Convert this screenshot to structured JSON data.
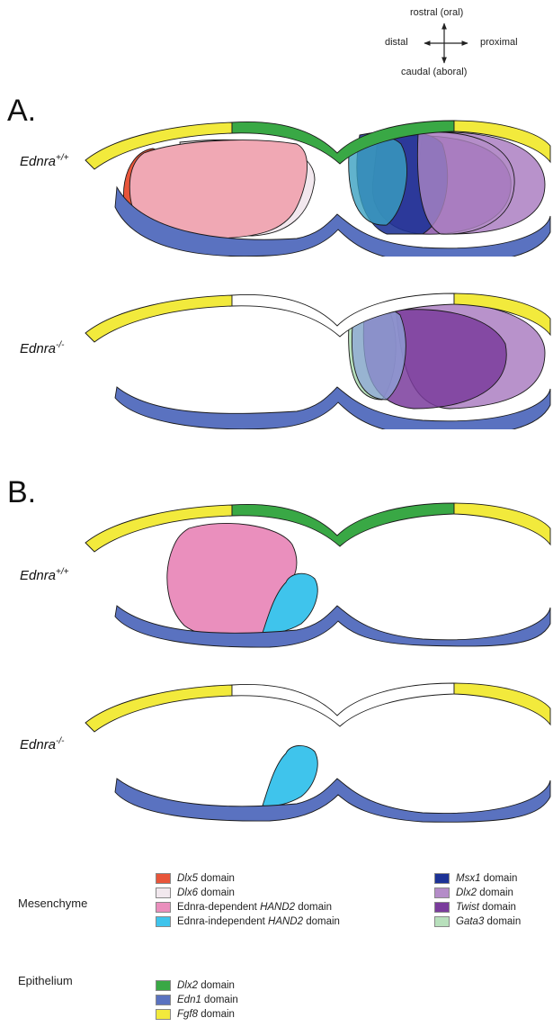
{
  "orientation": {
    "rostral": "rostral (oral)",
    "caudal": "caudal (aboral)",
    "distal": "distal",
    "proximal": "proximal"
  },
  "panels": [
    {
      "letter": "A.",
      "rows": [
        {
          "genotype_base": "Ednra",
          "genotype_sup": "+/+"
        },
        {
          "genotype_base": "Ednra",
          "genotype_sup": "-/-"
        }
      ]
    },
    {
      "letter": "B.",
      "rows": [
        {
          "genotype_base": "Ednra",
          "genotype_sup": "+/+"
        },
        {
          "genotype_base": "Ednra",
          "genotype_sup": "-/-"
        }
      ]
    }
  ],
  "legend": {
    "mesenchyme_label": "Mesenchyme",
    "epithelium_label": "Epithelium",
    "mesenchyme_left": [
      {
        "pre": "",
        "italic": "Dlx5",
        "post": " domain",
        "color": "#e8553a"
      },
      {
        "pre": "",
        "italic": "Dlx6",
        "post": " domain",
        "color": "#f2e8ee"
      },
      {
        "pre": "Ednra-dependent ",
        "italic": "HAND2",
        "post": " domain",
        "color": "#ea8fbd"
      },
      {
        "pre": "Ednra-independent ",
        "italic": "HAND2",
        "post": " domain",
        "color": "#3fc4ec"
      }
    ],
    "mesenchyme_right": [
      {
        "pre": "",
        "italic": "Msx1",
        "post": " domain",
        "color": "#1c3296"
      },
      {
        "pre": "",
        "italic": "Dlx2",
        "post": " domain",
        "color": "#b48cc8"
      },
      {
        "pre": "",
        "italic": "Twist",
        "post": " domain",
        "color": "#7a3c9c"
      },
      {
        "pre": "",
        "italic": "Gata3",
        "post": "  domain",
        "color": "#b8e0bc"
      }
    ],
    "epithelium": [
      {
        "pre": "",
        "italic": "Dlx2",
        "post": " domain",
        "color": "#39a845"
      },
      {
        "pre": "",
        "italic": "Edn1",
        "post": " domain",
        "color": "#5a72c0"
      },
      {
        "pre": "",
        "italic": "Fgf8",
        "post": " domain",
        "color": "#f2ea3c"
      }
    ]
  },
  "colors": {
    "outline": "#1a1a1a",
    "epithelium_unlabeled": "#ffffff"
  }
}
